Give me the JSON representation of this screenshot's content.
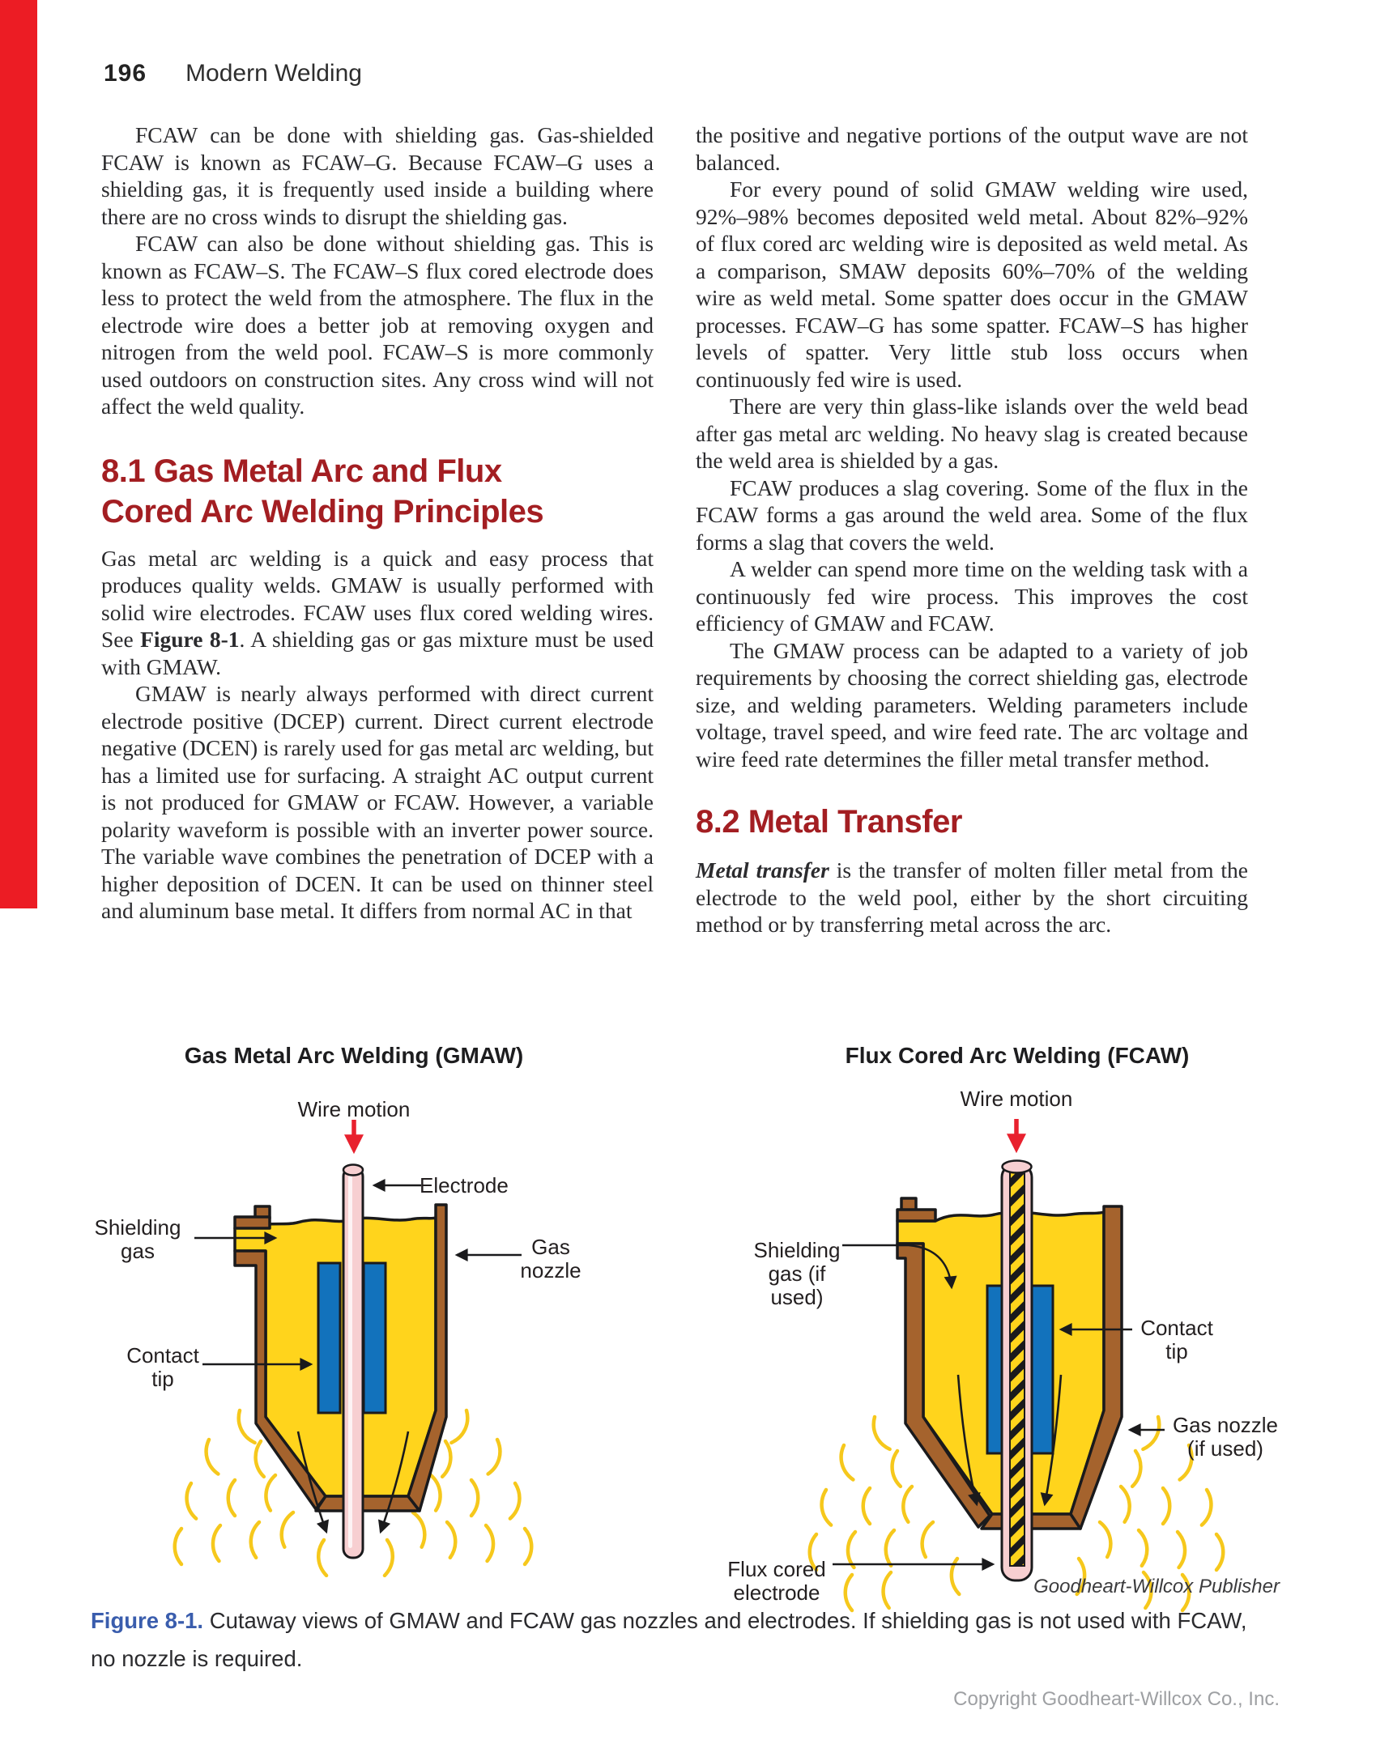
{
  "header": {
    "page_number": "196",
    "book_title": "Modern Welding"
  },
  "left_column": {
    "p1": "FCAW can be done with shielding gas. Gas-shielded FCAW is known as FCAW–G. Because FCAW–G uses a shielding gas, it is frequently used inside a building where there are no cross winds to disrupt the shielding gas.",
    "p2": "FCAW can also be done without shielding gas. This is known as FCAW–S. The FCAW–S flux cored electrode does less to protect the weld from the atmosphere. The flux in the electrode wire does a better job at removing oxygen and nitrogen from the weld pool. FCAW–S is more commonly used outdoors on construction sites. Any cross wind will not affect the weld quality.",
    "heading_8_1": "8.1 Gas Metal Arc and Flux Cored Arc Welding Principles",
    "p3_pre": "Gas metal arc welding is a quick and easy process that produces quality welds. GMAW is usually performed with solid wire electrodes. FCAW uses flux cored welding wires. See ",
    "p3_bold": "Figure 8-1",
    "p3_post": ". A shielding gas or gas mixture must be used with GMAW.",
    "p4": "GMAW is nearly always performed with direct current electrode positive (DCEP) current. Direct current electrode negative (DCEN) is rarely used for gas metal arc welding, but has a limited use for surfacing. A straight AC output current is not produced for GMAW or FCAW. However, a variable polarity waveform is possible with an inverter power source. The variable wave combines the penetration of DCEP with a higher deposition of DCEN. It can be used on thinner steel and aluminum base metal. It differs from normal AC in that"
  },
  "right_column": {
    "p1": "the positive and negative portions of the output wave are not balanced.",
    "p2": "For every pound of solid GMAW welding wire used, 92%–98% becomes deposited weld metal. About 82%–92% of flux cored arc welding wire is deposited as weld metal. As a comparison, SMAW deposits 60%–70% of the welding wire as weld metal. Some spatter does occur in the GMAW processes. FCAW–G has some spatter. FCAW–S has higher levels of spatter. Very little stub loss occurs when continuously fed wire is used.",
    "p3": "There are very thin glass-like islands over the weld bead after gas metal arc welding. No heavy slag is created because the weld area is shielded by a gas.",
    "p4": "FCAW produces a slag covering. Some of the flux in the FCAW forms a gas around the weld area. Some of the flux forms a slag that covers the weld.",
    "p5": "A welder can spend more time on the welding task with a continuously fed wire process. This improves the cost efficiency of GMAW and FCAW.",
    "p6": "The GMAW process can be adapted to a variety of job requirements by choosing the correct shielding gas, electrode size, and welding parameters. Welding parameters include voltage, travel speed, and wire feed rate. The arc voltage and wire feed rate determines the filler metal transfer method.",
    "heading_8_2": "8.2 Metal Transfer",
    "p7_bold_italic": "Metal transfer",
    "p7_rest": " is the transfer of molten filler metal from the electrode to the weld pool, either by the short circuiting method or by transferring metal across the arc."
  },
  "figure": {
    "gmaw": {
      "title": "Gas Metal Arc Welding (GMAW)",
      "labels": {
        "wire_motion": "Wire motion",
        "electrode": "Electrode",
        "shielding_gas": "Shielding gas",
        "gas_nozzle": "Gas nozzle",
        "contact_tip": "Contact tip"
      }
    },
    "fcaw": {
      "title": "Flux Cored Arc Welding (FCAW)",
      "labels": {
        "wire_motion": "Wire motion",
        "shielding_gas": "Shielding gas (if used)",
        "contact_tip": "Contact tip",
        "gas_nozzle": "Gas nozzle (if used)",
        "flux_cored_electrode": "Flux cored electrode"
      }
    },
    "credit": "Goodheart-Willcox Publisher",
    "caption_label": "Figure 8-1.",
    "caption_text": " Cutaway views of GMAW and FCAW gas nozzles and electrodes. If shielding gas is not used with FCAW, no nozzle is required."
  },
  "footer": {
    "copyright": "Copyright Goodheart-Willcox Co., Inc."
  },
  "colors": {
    "edge_bar_red": "#EC1C24",
    "heading_red": "#A31E22",
    "figure_label_blue": "#3A5DAD",
    "diagram_yellow": "#FFD41C",
    "diagram_brown": "#A5632D",
    "diagram_blue": "#1272BC",
    "electrode_pink": "#F7CFD1",
    "arrow_red": "#E8212E"
  }
}
